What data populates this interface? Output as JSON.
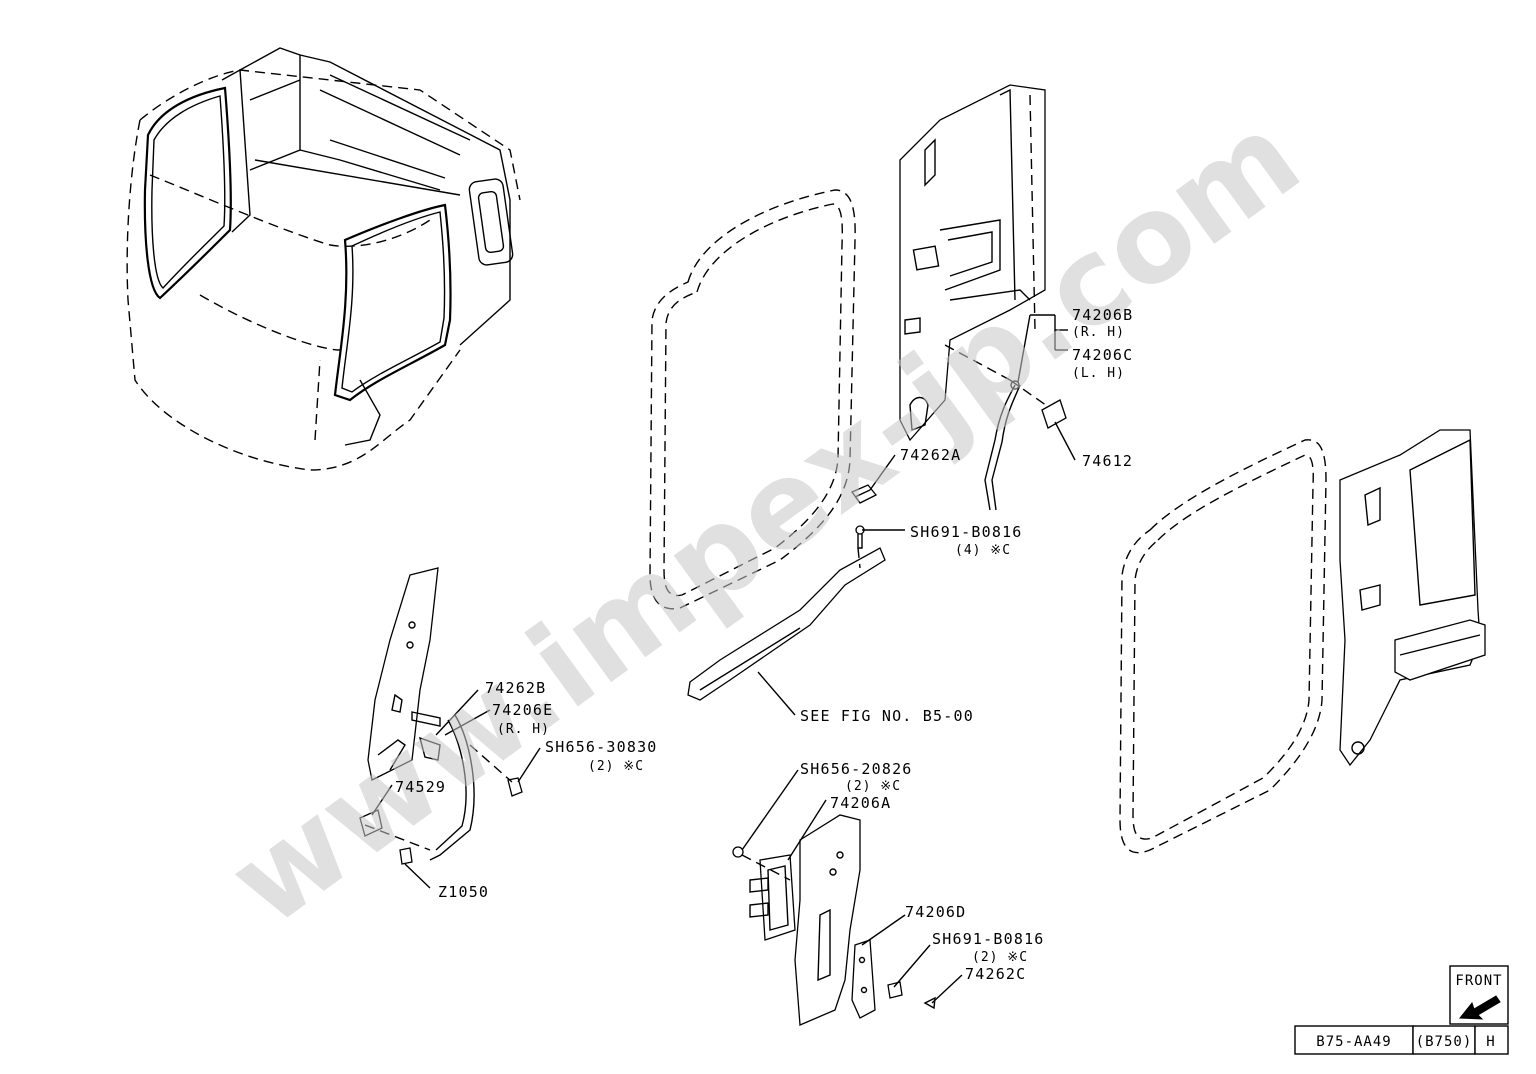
{
  "watermark": "www.impex-jp.com",
  "part_labels": {
    "p74206B": "74206B",
    "p74206B_side": "(R. H)",
    "p74206C": "74206C",
    "p74206C_side": "(L. H)",
    "p74612": "74612",
    "p74262A": "74262A",
    "sh691_top": "SH691-B0816",
    "sh691_top_qty": "(4) ※C",
    "see_fig": "SEE FIG NO. B5-00",
    "p74262B": "74262B",
    "p74206E": "74206E",
    "p74206E_side": "(R. H)",
    "sh656_30830": "SH656-30830",
    "sh656_30830_qty": "(2) ※C",
    "p74529": "74529",
    "z1050": "Z1050",
    "sh656_20826": "SH656-20826",
    "sh656_20826_qty": "(2) ※C",
    "p74206A": "74206A",
    "p74206D": "74206D",
    "sh691_bottom": "SH691-B0816",
    "sh691_bottom_qty": "(2) ※C",
    "p74262C": "74262C"
  },
  "title_block": {
    "front_label": "FRONT",
    "drawing_no": "B75-AA49",
    "model": "(B750)",
    "revision": "H"
  }
}
